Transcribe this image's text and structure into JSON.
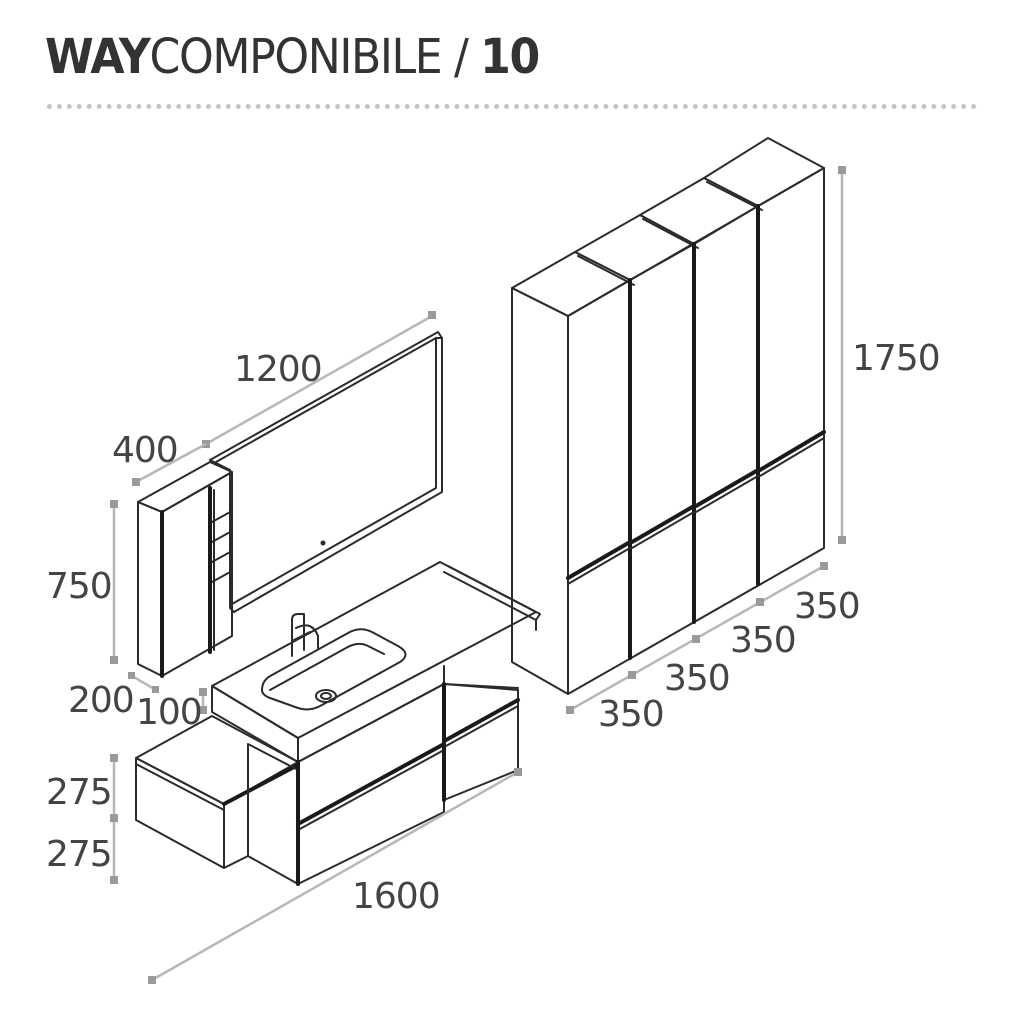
{
  "title": {
    "brand": "WAY",
    "model": "COMPONIBILE",
    "separator": " / ",
    "number": "10"
  },
  "dimensions": {
    "mirror_width": "1200",
    "wall_unit_width": "400",
    "wall_unit_height": "750",
    "wall_unit_depth": "200",
    "top_thickness": "100",
    "drawer_height_top": "275",
    "drawer_height_bottom": "275",
    "base_width": "1600",
    "tall_unit_height": "1750",
    "tall_unit_width_1": "350",
    "tall_unit_width_2": "350",
    "tall_unit_width_3": "350",
    "tall_unit_width_4": "350"
  },
  "colors": {
    "line": "#2b2b2b",
    "dimension": "#b7b7b7",
    "text": "#444444"
  }
}
